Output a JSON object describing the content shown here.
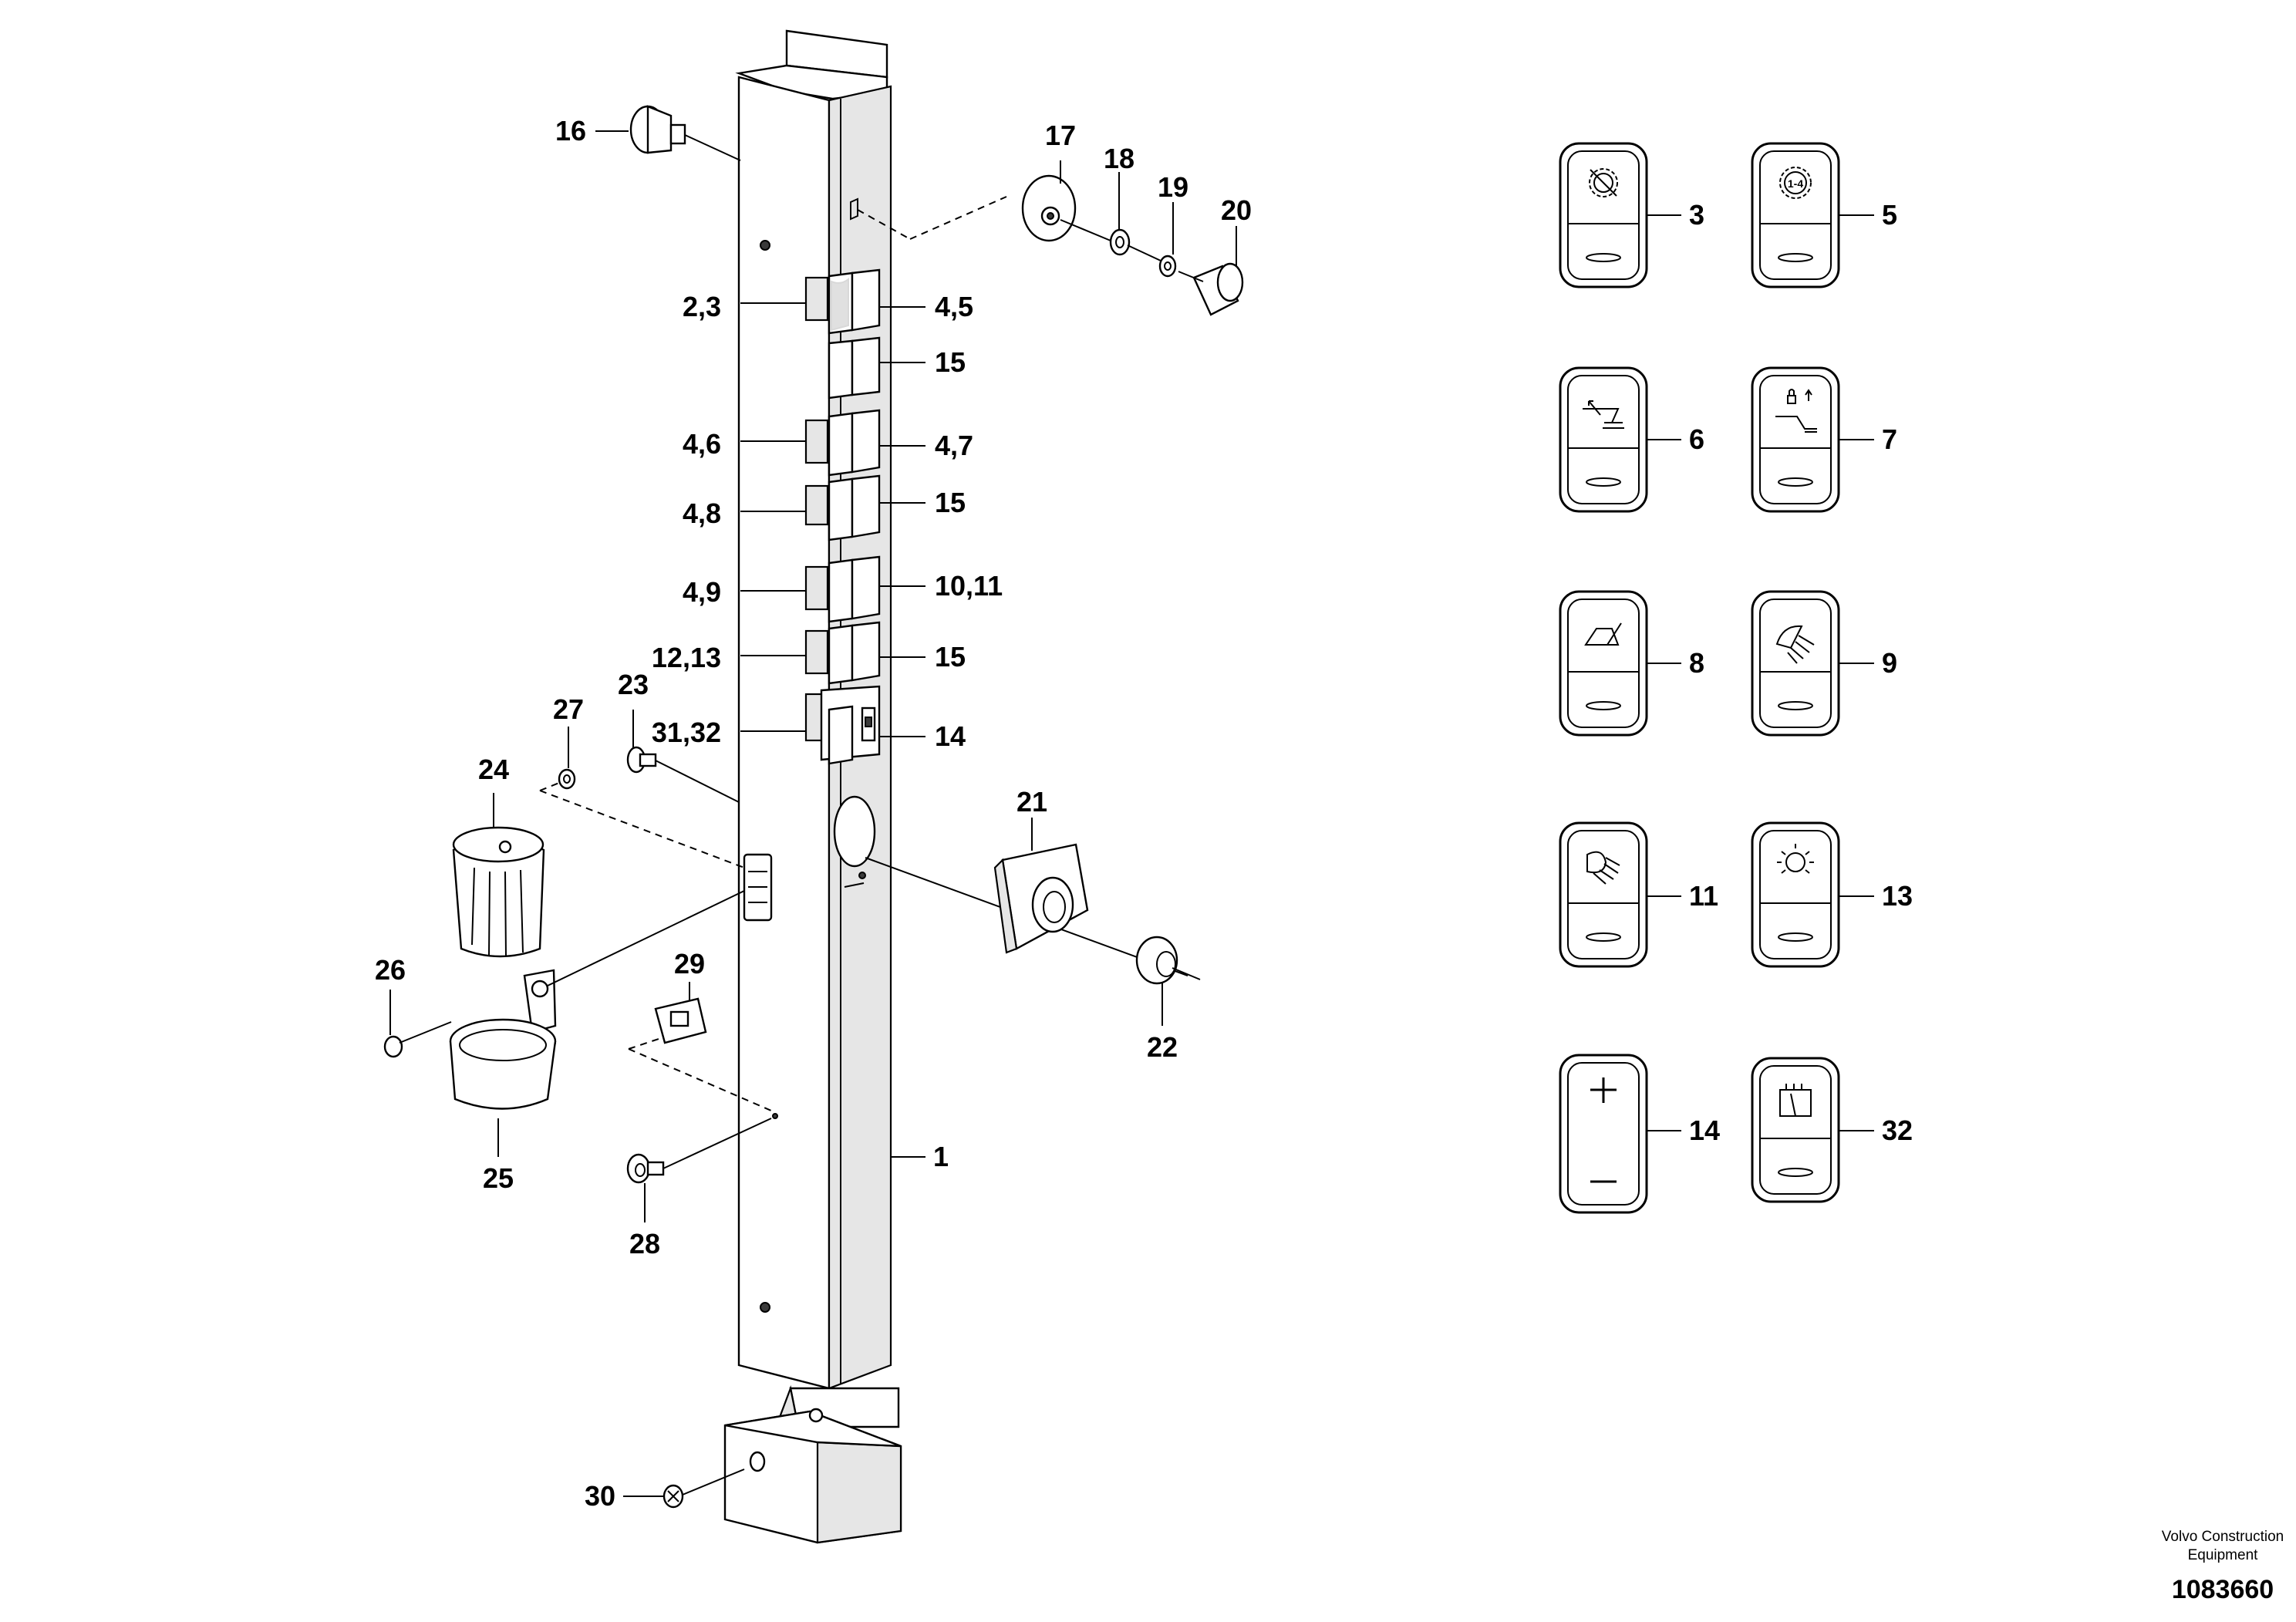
{
  "callouts": {
    "c1": "1",
    "c23a": "2,3",
    "c45": "4,5",
    "c15a": "15",
    "c46": "4,6",
    "c47": "4,7",
    "c48": "4,8",
    "c15b": "15",
    "c49": "4,9",
    "c1011": "10,11",
    "c1213": "12,13",
    "c15c": "15",
    "c3132": "31,32",
    "c14": "14",
    "c16": "16",
    "c17": "17",
    "c18": "18",
    "c19": "19",
    "c20": "20",
    "c21": "21",
    "c22": "22",
    "c23": "23",
    "c24": "24",
    "c25": "25",
    "c26": "26",
    "c27": "27",
    "c28": "28",
    "c29": "29",
    "c30": "30"
  },
  "switch_labels": {
    "s3": "3",
    "s5": "5",
    "s6": "6",
    "s7": "7",
    "s8": "8",
    "s9": "9",
    "s11": "11",
    "s13": "13",
    "s14": "14",
    "s32": "32"
  },
  "switch_icon_text": {
    "s5_gear": "1-4"
  },
  "branding": {
    "line1": "Volvo Construction",
    "line2": "Equipment",
    "doc_number": "1083660"
  },
  "icons": {
    "s3": "gear-off-icon",
    "s5": "gear-1-4-icon",
    "s6": "boom-float-icon",
    "s7": "lock-boom-icon",
    "s8": "bucket-level-icon",
    "s9": "work-light-icon",
    "s11": "head-light-icon",
    "s13": "beacon-light-icon",
    "s14": "plus-minus-rocker-icon",
    "s32": "wiper-icon"
  }
}
